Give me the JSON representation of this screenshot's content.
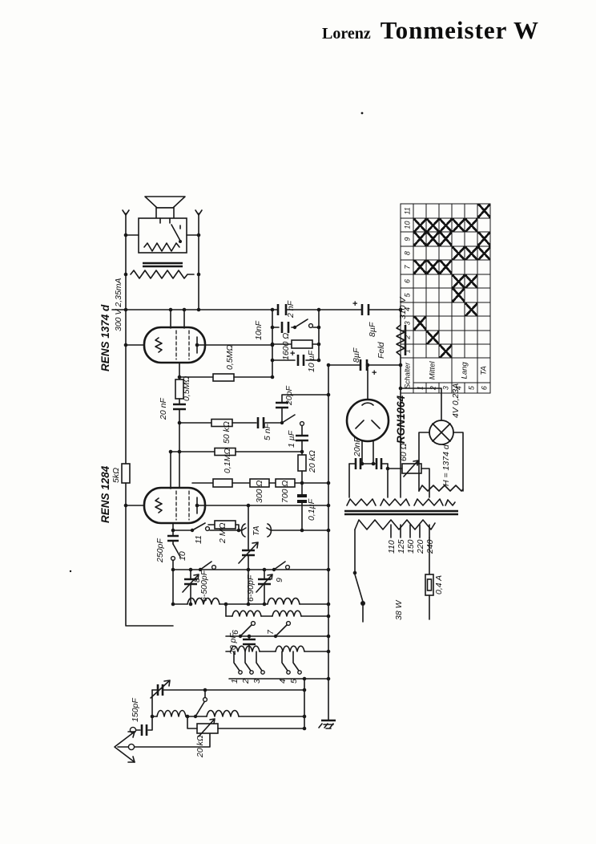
{
  "title": {
    "brand": "Lorenz",
    "model": "Tonmeister W"
  },
  "labels": {
    "rens1374": "RENS 1374 d",
    "v300": "300 V 2,35mA",
    "r05m_grid": "0,5MΩ",
    "c20n_top": "20 nF",
    "r05m_coup": "0,5MΩ",
    "c2n": "2 nF",
    "c10n": "10nF",
    "r1600": "1600 Ω",
    "c10u": "10 µF",
    "plus_a": "+",
    "plus_b": "+",
    "plus_c": "+",
    "c8u_a": "8µF",
    "c8u_b": "8µF",
    "feld": "Feld",
    "v310": "310 V",
    "rgn": "RGN1064",
    "c20n_rect": "20nF",
    "r60": "60 Ω",
    "lamp": "4V 0,23A",
    "heater": "H = 1374 d",
    "rens1284": "RENS 1284",
    "r5k": "5kΩ",
    "r50k": "50 kΩ",
    "c5n": "5 nF",
    "c20p_a": "20pF",
    "c1u": "1 µF",
    "r01m": "0,1MΩ",
    "r20k_a": "20 kΩ",
    "c01u": "0,1µF",
    "r20k_b": "20 kΩ",
    "r300": "300 Ω",
    "r700": "700 Ω",
    "r2m": "2 MΩ",
    "ta": "TA",
    "sw11": "11",
    "sw10": "10",
    "c250p": "250pF",
    "sw8": "8",
    "trimA": "6-500pF",
    "sw9": "9",
    "trimB": "6-90pF",
    "sw6": "6",
    "sw7": "7",
    "c20p_b": "20 pF",
    "sw1": "1",
    "sw2": "2",
    "sw3": "3",
    "sw4": "4",
    "sw5": "5",
    "c150p": "150pF",
    "r20k_pot": "20 kΩ",
    "tap110": "110",
    "tap125": "125",
    "tap150": "150",
    "tap220": "220",
    "tap240": "240",
    "fuse": "0,4 A",
    "watts": "38 W"
  },
  "switch_table": {
    "header": "Schalter",
    "columns": [
      "1",
      "2",
      "3",
      "4",
      "5",
      "6",
      "7",
      "8",
      "9",
      "10",
      "11"
    ],
    "rows": [
      {
        "num": "1",
        "x": [
          3,
          7,
          9,
          10
        ]
      },
      {
        "num": "2",
        "x": [
          2,
          7,
          9,
          10
        ]
      },
      {
        "num": "3",
        "x": [
          1,
          7,
          9,
          10
        ]
      },
      {
        "num": "4",
        "x": [
          5,
          6,
          8,
          10
        ]
      },
      {
        "num": "5",
        "x": [
          4,
          6,
          8,
          10
        ]
      },
      {
        "num": "6",
        "x": [
          8,
          9,
          11
        ]
      }
    ],
    "bands": [
      {
        "label": "Mittel",
        "span": 3
      },
      {
        "label": "Lang",
        "span": 2
      },
      {
        "label": "TA",
        "span": 1
      }
    ]
  }
}
